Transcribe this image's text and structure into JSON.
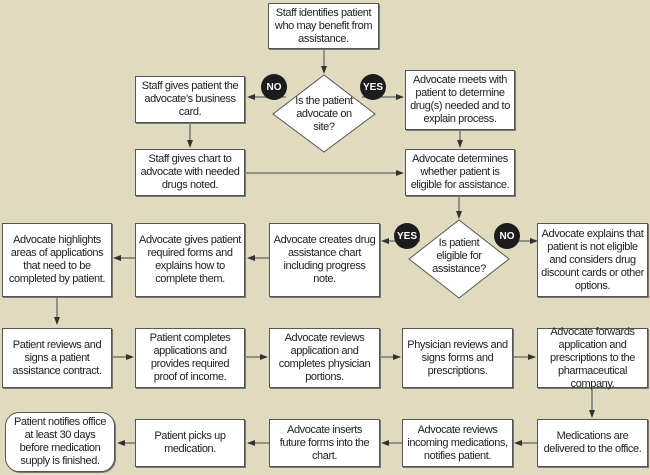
{
  "nodes": {
    "start": "Staff identifies patient who may benefit from assistance.",
    "decision_advocate": "Is the patient advocate on site?",
    "staff_card": "Staff gives patient the advocate’s business card.",
    "advocate_meets": "Advocate meets with patient to determine drug(s) needed and to explain process.",
    "staff_chart": "Staff gives chart to advocate with needed drugs noted.",
    "advocate_determines": "Advocate determines whether patient is eligible for assistance.",
    "decision_eligible": "Is patient eligible for assistance?",
    "advocate_explains": "Advocate explains that patient is not eligible and considers drug discount cards or other options.",
    "advocate_creates": "Advocate creates drug assistance chart including progress note.",
    "advocate_gives": "Advocate gives patient required forms and explains how to complete them.",
    "advocate_highlights": "Advocate highlights areas of applications that need to be completed by patient.",
    "patient_reviews": "Patient reviews and signs a patient assistance contract.",
    "patient_completes": "Patient completes applications and provides required proof of income.",
    "advocate_reviews_app": "Advocate reviews application and completes physician portions.",
    "physician_reviews": "Physician reviews and signs forms and prescriptions.",
    "advocate_forwards": "Advocate forwards application and prescriptions to the pharmaceutical company.",
    "medications_delivered": "Medications are delivered to the office.",
    "advocate_reviews_meds": "Advocate reviews incoming medications, notifies patient.",
    "advocate_inserts": "Advocate inserts future forms into the chart.",
    "patient_picks_up": "Patient picks up medication.",
    "patient_notifies": "Patient notifies office at least 30 days before medication supply is finished."
  },
  "labels": {
    "yes": "YES",
    "no": "NO"
  }
}
